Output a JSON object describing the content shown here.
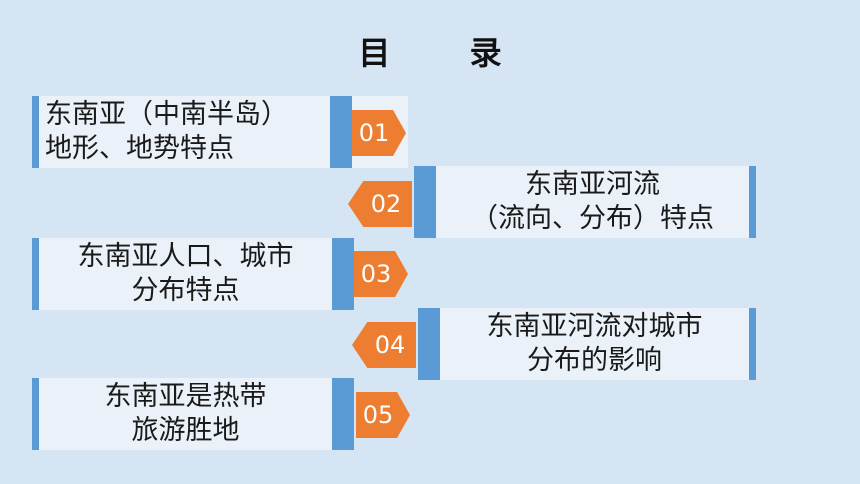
{
  "title": "目 录",
  "items": [
    {
      "number": "01",
      "line1": "东南亚（中南半岛）",
      "line2": "地形、地势特点"
    },
    {
      "number": "02",
      "line1": "东南亚河流",
      "line2": "（流向、分布）特点"
    },
    {
      "number": "03",
      "line1": "东南亚人口、城市",
      "line2": "分布特点"
    },
    {
      "number": "04",
      "line1": "东南亚河流对城市",
      "line2": "分布的影响"
    },
    {
      "number": "05",
      "line1": "东南亚是热带",
      "line2": "旅游胜地"
    }
  ],
  "colors": {
    "background": "#d6e5f3",
    "accent": "#5b9bd5",
    "badge": "#ed7d31"
  }
}
